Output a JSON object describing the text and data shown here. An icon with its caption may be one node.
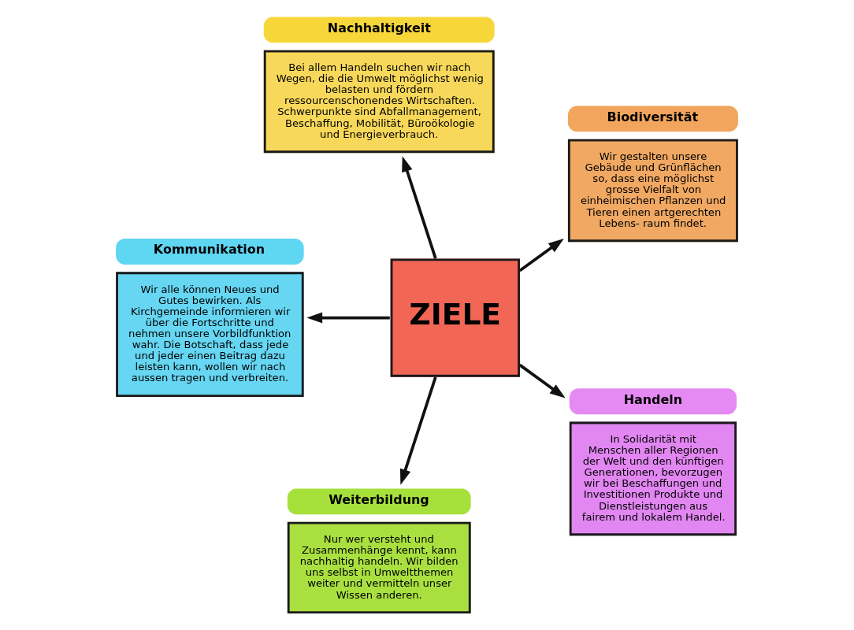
{
  "diagram": {
    "nodes": [
      {
        "text": [
          "Nachhaltigkeit",
          "Bei allem Handeln suchen wir nach Wegen, die die Umwelt möglichst wenig belasten und fördern ressourcenschonendes Wirtschaften. Schwerpunkte sind Abfallmanagement, Beschaffung, Mobilität, Büroökologie und Energieverbrauch."
        ]
      },
      {
        "text": [
          "Biodiversität",
          "Wir gestalten unsere Gebäude und Grünflächen so, dass eine möglichst grosse Vielfalt von einheimischen Pflanzen und Tieren einen artgerechten Lebens- raum findet."
        ]
      },
      {
        "text": [
          "Kommunikation",
          "Wir alle können Neues und Gutes bewirken. Als Kirchgemeinde informieren wir über die Fortschritte und nehmen unsere Vorbildfunktion wahr. Die Botschaft, dass jede und jeder einen Beitrag dazu leisten kann, wollen wir nach aussen tragen und verbreiten."
        ]
      },
      {
        "text": [
          "ZIELE"
        ]
      },
      {
        "text": [
          "Handeln",
          "In Solidarität mit Menschen aller Regionen der Welt und den künftigen Generationen, bevorzugen wir bei Beschaffungen und Investitionen Produkte und Dienstleistungen aus fairem und lokalem Handel."
        ]
      },
      {
        "text": [
          "Weiterbildung",
          "Nur wer versteht und Zusammenhänge kennt, kann nachhaltig handeln. Wir bilden uns selbst in Umweltthemen weiter und vermitteln unser Wissen anderen."
        ]
      }
    ],
    "edges": [
      {
        "from": 3,
        "to": 0,
        "arrow": "to"
      },
      {
        "from": 3,
        "to": 1,
        "arrow": "to"
      },
      {
        "from": 3,
        "to": 4,
        "arrow": "to"
      },
      {
        "from": 3,
        "to": 5,
        "arrow": "to"
      },
      {
        "from": 3,
        "to": 2,
        "arrow": "to"
      }
    ]
  }
}
